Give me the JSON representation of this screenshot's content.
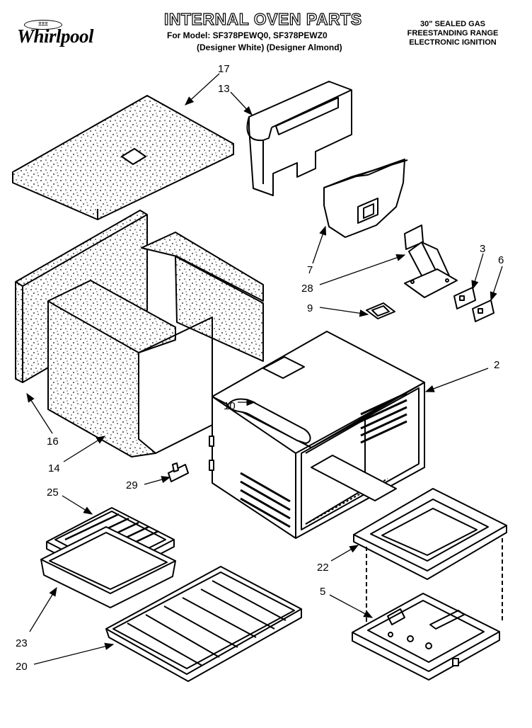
{
  "header": {
    "brand": "Whirlpool",
    "seal": "ΞΞΞ",
    "title": "INTERNAL OVEN PARTS",
    "model_line": "For Model: SF378PEWQ0, SF378PEWZ0",
    "variant_line": "(Designer White) (Designer Almond)",
    "spec_lines": [
      "30\" SEALED GAS",
      "FREESTANDING RANGE",
      "ELECTRONIC IGNITION"
    ]
  },
  "callouts": [
    "17",
    "13",
    "7",
    "28",
    "3",
    "6",
    "9",
    "2",
    "10",
    "16",
    "14",
    "29",
    "25",
    "22",
    "5",
    "23",
    "20"
  ],
  "colors": {
    "ink": "#000000",
    "paper": "#ffffff"
  }
}
